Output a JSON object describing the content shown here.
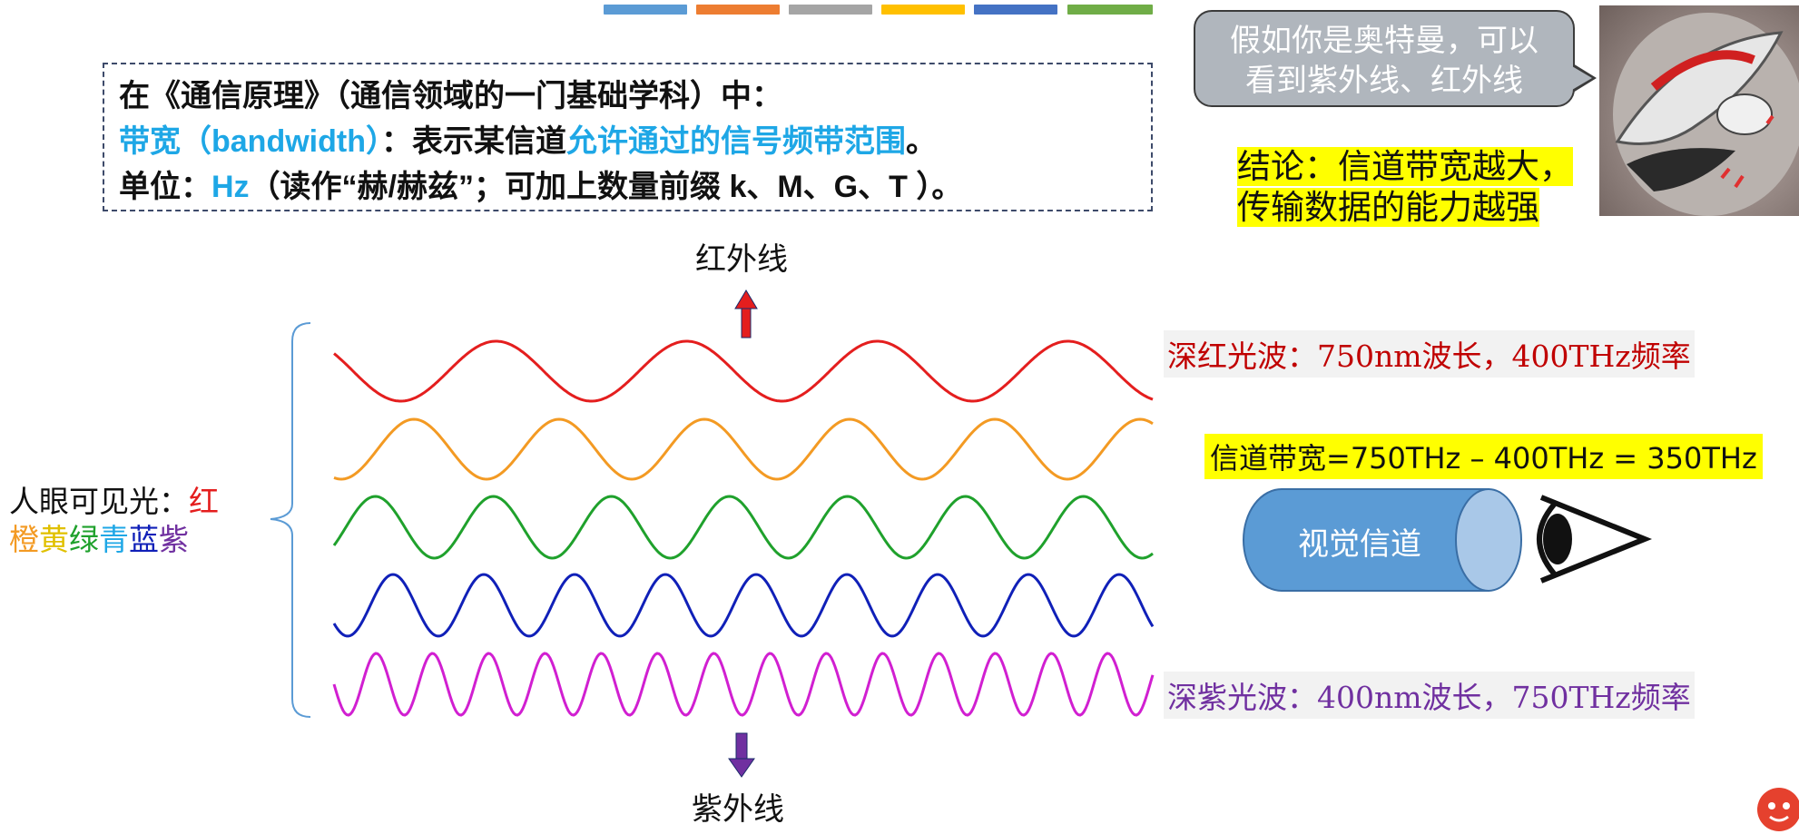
{
  "colors": {
    "top_bars": [
      "#5b9bd5",
      "#ed7d31",
      "#a5a5a5",
      "#ffc000",
      "#4472c4",
      "#70ad47"
    ],
    "accent_blue": "#1ea7e6",
    "red_wave": "#e41e1e",
    "orange_wave": "#f39a23",
    "green_wave": "#1fa12c",
    "blue_wave": "#1020b8",
    "magenta_wave": "#d11fd1",
    "deep_red_text": "#c00000",
    "deep_purple_text": "#7030a0",
    "highlight": "#ffff00",
    "channel_fill": "#5b9bd5"
  },
  "definition": {
    "line1": "在《通信原理》（通信领域的一门基础学科）中：",
    "line2_term": "带宽（bandwidth）",
    "line2_sep": "：表示某信道",
    "line2_emph": "允许通过的信号频带范围",
    "line2_end": "。",
    "line3_unit_label": "单位：",
    "line3_unit": "Hz",
    "line3_rest": "（读作“赫/赫兹”；可加上数量前缀 k、M、G、T ）。"
  },
  "bubble": {
    "line1": "假如你是奥特曼，可以",
    "line2": "看到紫外线、红外线"
  },
  "conclusion": {
    "line1": "结论：信道带宽越大，",
    "line2": "传输数据的能力越强"
  },
  "spectrum": {
    "infrared": "红外线",
    "ultraviolet": "紫外线",
    "visible_prefix": "人眼可见光：",
    "visible_colors": [
      {
        "text": "红",
        "color": "#e41e1e"
      },
      {
        "text": "橙",
        "color": "#f39a23"
      },
      {
        "text": "黄",
        "color": "#e0c000"
      },
      {
        "text": "绿",
        "color": "#1fa12c"
      },
      {
        "text": "青",
        "color": "#1ea7e6"
      },
      {
        "text": "蓝",
        "color": "#1020b8"
      },
      {
        "text": "紫",
        "color": "#7030a0"
      }
    ],
    "deep_red": "深红光波：750nm波长，400THz频率",
    "deep_purple": "深紫光波：400nm波长，750THz频率",
    "bandwidth_eq": "信道带宽=750THz – 400THz = 350THz",
    "channel_label": "视觉信道"
  },
  "icons": {
    "photo": "ultraman-photo",
    "eye": "eye-icon",
    "arrow_up": "arrow-up-icon",
    "arrow_down": "arrow-down-icon",
    "brace": "brace-icon",
    "corner_logo": "mascot-icon"
  }
}
